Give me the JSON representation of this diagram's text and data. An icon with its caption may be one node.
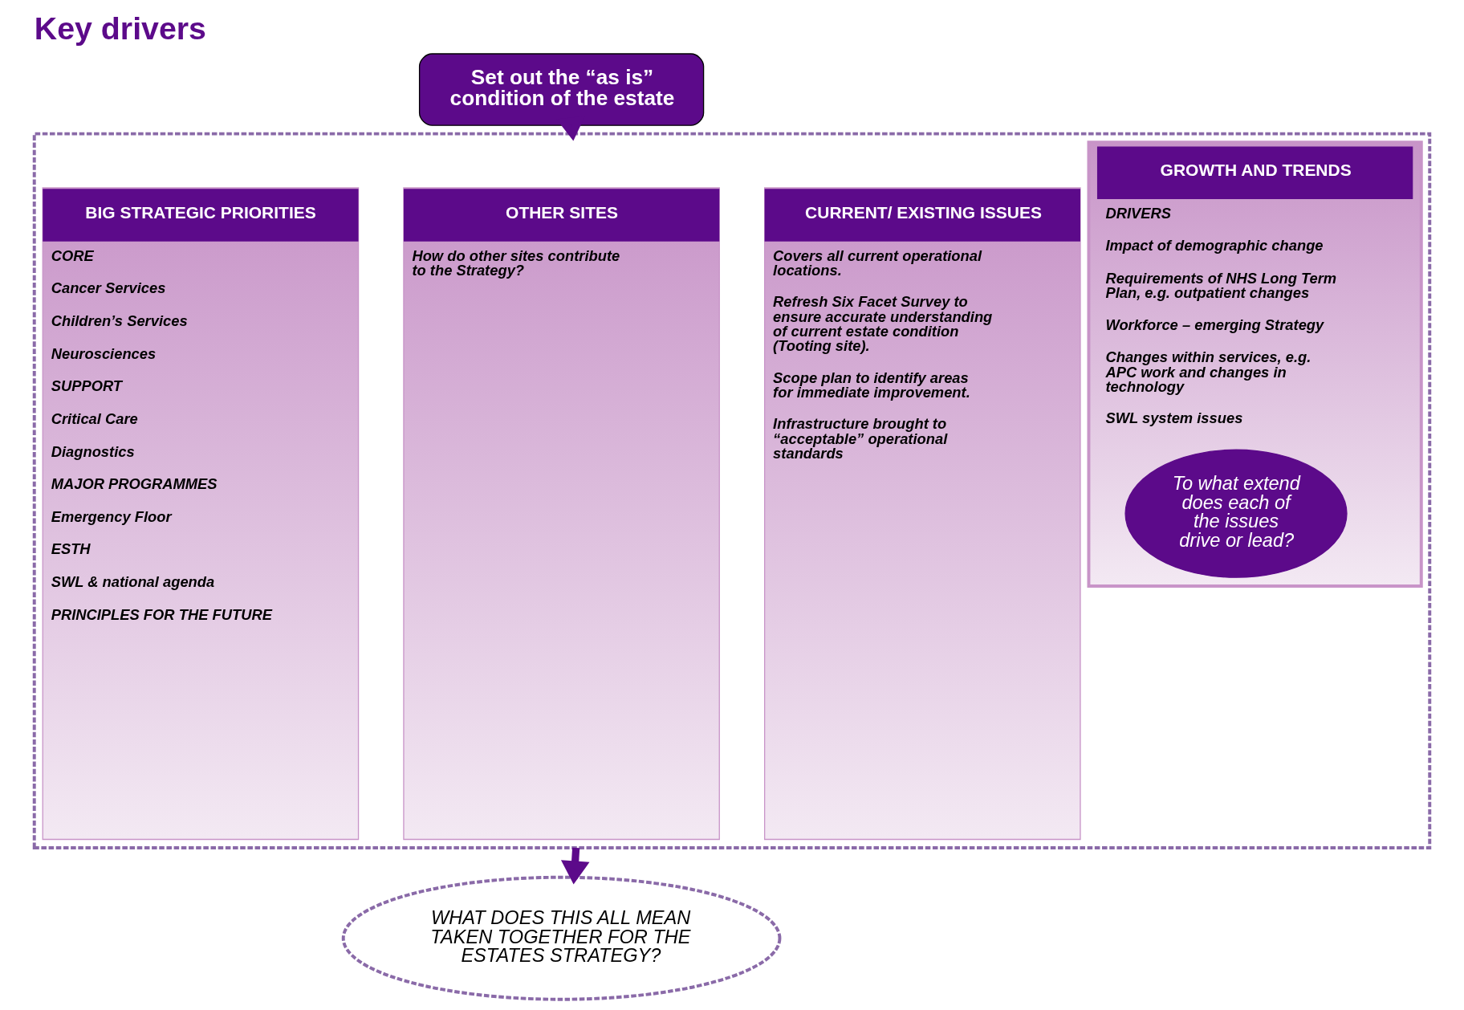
{
  "diagram": {
    "title": "Key drivers",
    "nodes": [
      {
        "text": [
          "Set out the “as is” condition of the estate"
        ]
      },
      {
        "text": [],
        "shape": "box"
      },
      {
        "text": [
          "CURRENT/ EXISTING ISSUES",
          "Covers all current operational locations.",
          "Refresh Six Facet Survey to ensure accurate understanding of current estate condition (Tooting site).",
          "Scope plan to identify areas for immediate improvement.",
          "Infrastructure brought to “acceptable” operational standards"
        ],
        "in": 1
      },
      {
        "text": [
          "GROWTH AND TRENDS",
          "DRIVERS",
          "Impact of demographic change",
          "Requirements of NHS Long Term Plan, e.g. outpatient changes",
          "Workforce – emerging Strategy",
          "Changes within services, e.g. APC work and changes in technology",
          "SWL system issues"
        ],
        "in": 1
      },
      {
        "text": [
          "To what extend does each of the issues drive or lead?"
        ],
        "in": 3
      },
      {
        "text": [
          "OTHER SITES",
          "How do other sites contribute to the Strategy?"
        ],
        "in": 1
      },
      {
        "text": [
          "BIG STRATEGIC PRIORITIES",
          "CORE",
          "Cancer Services",
          "Children’s Services",
          "Neurosciences",
          "SUPPORT",
          "Critical Care",
          "Diagnostics",
          "MAJOR PROGRAMMES",
          "Emergency Floor",
          "ESTH",
          "SWL & national agenda",
          "PRINCIPLES FOR THE FUTURE"
        ],
        "in": 1
      },
      {
        "text": [
          "WHAT DOES THIS ALL MEAN TAKEN TOGETHER FOR THE ESTATES STRATEGY?"
        ]
      }
    ],
    "edges": [
      {
        "from": 0,
        "to": 1,
        "arrow": "to"
      },
      {
        "from": 1,
        "to": 7,
        "arrow": "to"
      }
    ]
  }
}
